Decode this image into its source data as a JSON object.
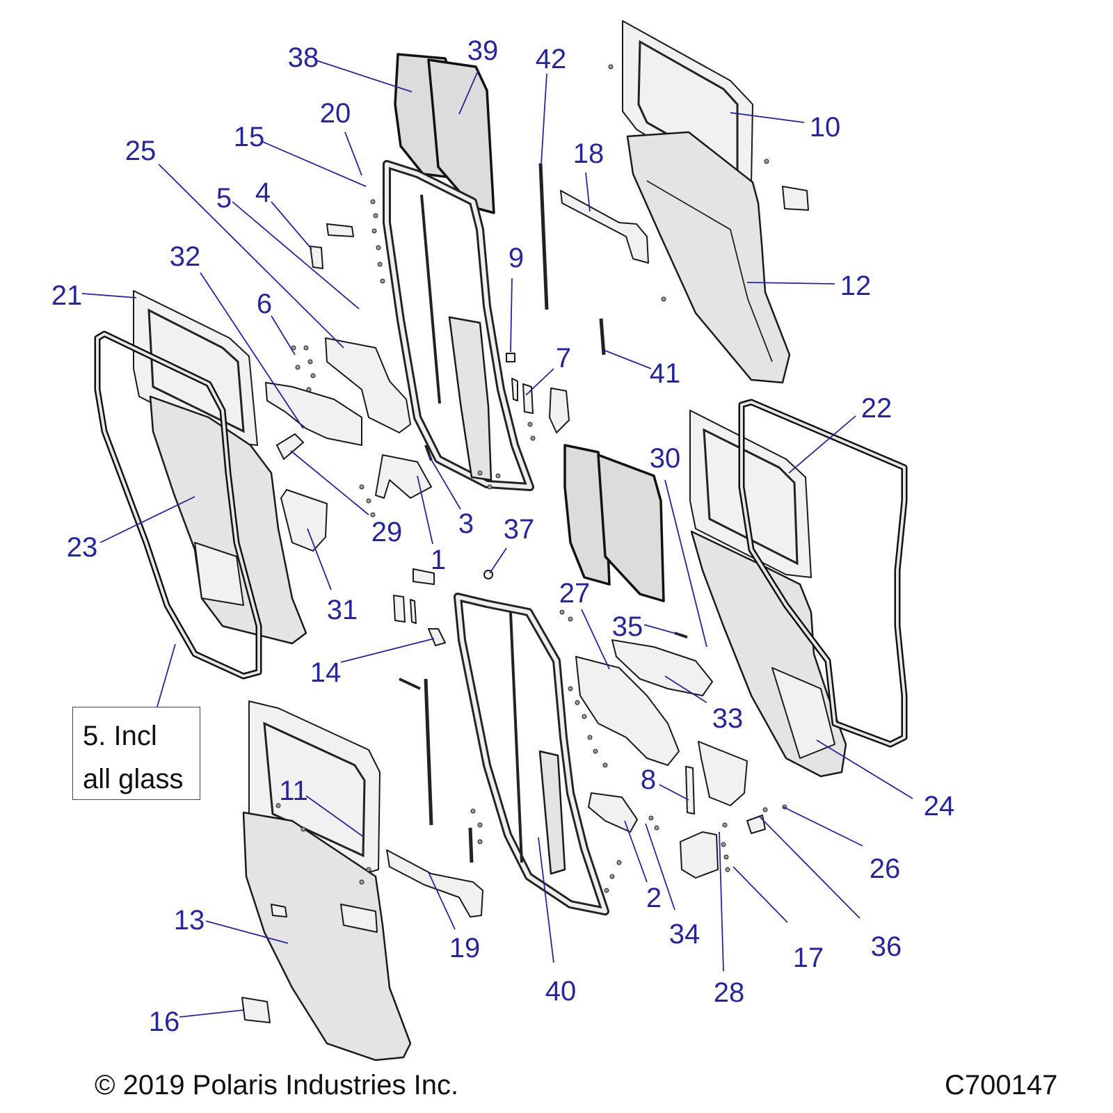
{
  "callouts": [
    {
      "label": "1"
    },
    {
      "label": "2"
    },
    {
      "label": "3"
    },
    {
      "label": "4"
    },
    {
      "label": "5"
    },
    {
      "label": "6"
    },
    {
      "label": "7"
    },
    {
      "label": "8"
    },
    {
      "label": "9"
    },
    {
      "label": "10"
    },
    {
      "label": "11"
    },
    {
      "label": "12"
    },
    {
      "label": "13"
    },
    {
      "label": "14"
    },
    {
      "label": "15"
    },
    {
      "label": "16"
    },
    {
      "label": "17"
    },
    {
      "label": "18"
    },
    {
      "label": "19"
    },
    {
      "label": "20"
    },
    {
      "label": "21"
    },
    {
      "label": "22"
    },
    {
      "label": "23"
    },
    {
      "label": "24"
    },
    {
      "label": "25"
    },
    {
      "label": "26"
    },
    {
      "label": "27"
    },
    {
      "label": "28"
    },
    {
      "label": "29"
    },
    {
      "label": "30"
    },
    {
      "label": "31"
    },
    {
      "label": "32"
    },
    {
      "label": "33"
    },
    {
      "label": "34"
    },
    {
      "label": "35"
    },
    {
      "label": "36"
    },
    {
      "label": "37"
    },
    {
      "label": "38"
    },
    {
      "label": "39"
    },
    {
      "label": "40"
    },
    {
      "label": "41"
    },
    {
      "label": "42"
    }
  ],
  "note": {
    "line1": "5. Incl",
    "line2": "all glass"
  },
  "footer": {
    "copyright": "© 2019 Polaris Industries Inc.",
    "drawing_id": "C700147"
  }
}
